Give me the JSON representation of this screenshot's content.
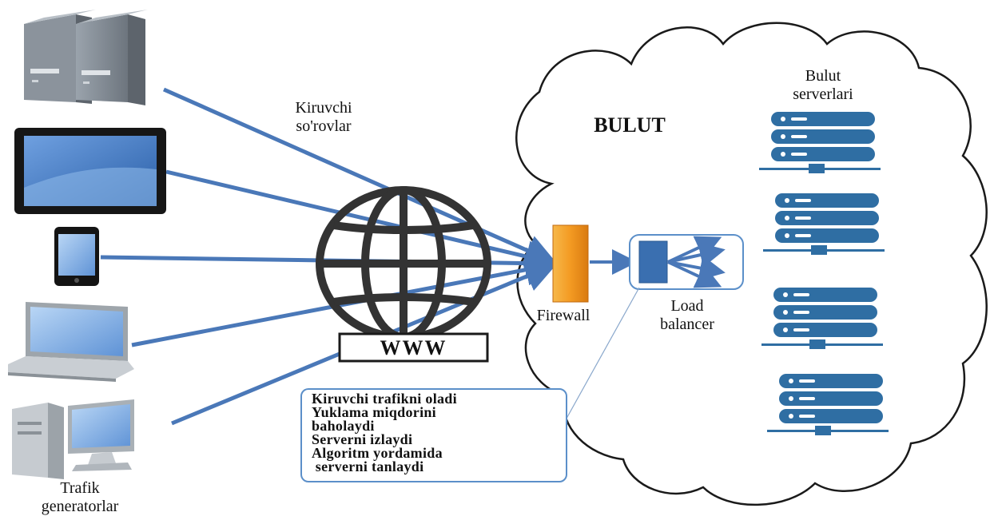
{
  "labels": {
    "incoming_requests_line1": "Kiruvchi",
    "incoming_requests_line2": "so'rovlar",
    "cloud": "BULUT",
    "cloud_servers_line1": "Bulut",
    "cloud_servers_line2": "serverlari",
    "www": "WWW",
    "firewall": "Firewall",
    "load_balancer_line1": "Load",
    "load_balancer_line2": "balancer",
    "traffic_generators_line1": "Trafik",
    "traffic_generators_line2": "generatorlar"
  },
  "callout_lines": [
    "Kiruvchi trafikni oladi",
    "Yuklama miqdorini",
    "baholaydi",
    "Serverni izlaydi",
    "Algoritm yordamida",
    " serverni tanlaydi"
  ],
  "icons": [
    "server-tower-icon",
    "tablet-icon",
    "smartphone-icon",
    "laptop-icon",
    "desktop-pc-icon",
    "globe-icon",
    "firewall-icon",
    "load-balancer-icon",
    "cloud-server-icon"
  ],
  "colors": {
    "arrow": "#4a78b8",
    "cloud_server": "#2f6ea3",
    "firewall": "#f0a030",
    "callout_border": "#5b8fc9",
    "globe": "#333333"
  }
}
